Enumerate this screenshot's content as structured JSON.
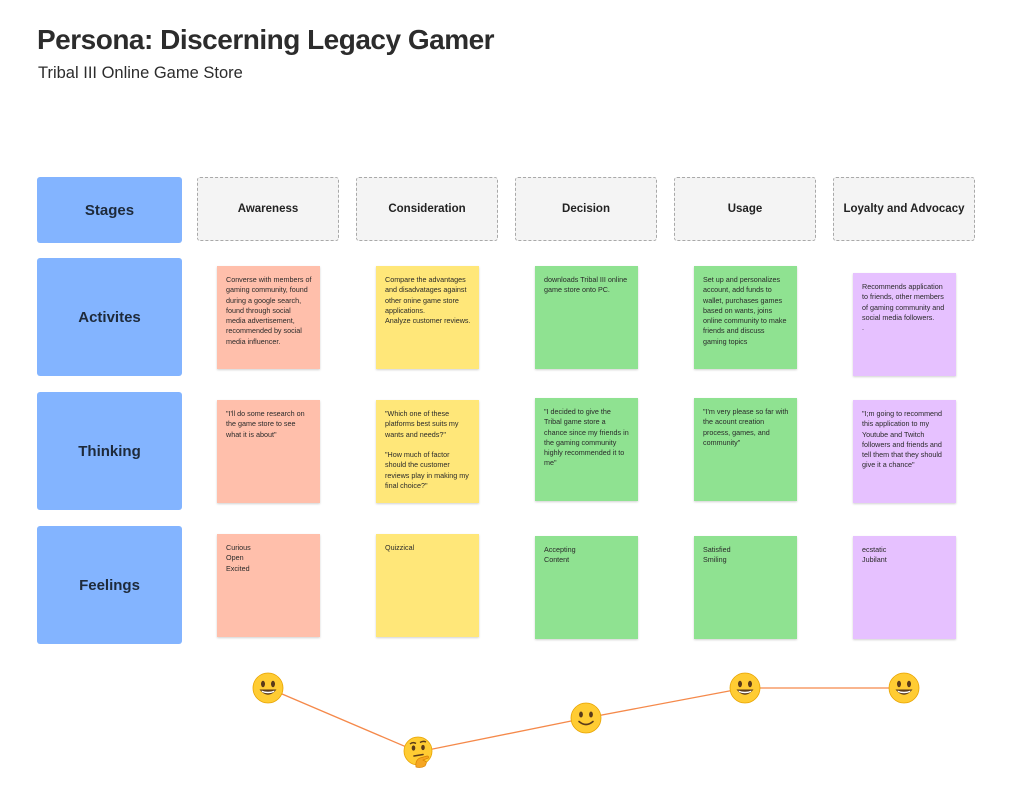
{
  "title": "Persona:  Discerning Legacy Gamer",
  "subtitle": "Tribal III Online Game Store",
  "rows": {
    "stages": "Stages",
    "activities": "Activites",
    "thinking": "Thinking",
    "feelings": "Feelings"
  },
  "stages": [
    "Awareness",
    "Consideration",
    "Decision",
    "Usage",
    "Loyalty and Advocacy"
  ],
  "activities": [
    "Converse with members of gaming community, found during a google search, found through social media advertisement, recommended by social media influencer.",
    "Compare the advantages and disadvatages against other onine game store applications.\nAnalyze customer reviews.",
    "downloads Tribal III online game store onto PC.",
    "Set up and personalizes account, add funds to wallet, purchases games based on wants, joins online community to make friends and discuss gaming topics",
    "Recommends application to friends, other members of gaming community and social media followers.\n."
  ],
  "thinking": [
    "\"I'll do some research on the game store to see what it is about\"",
    "\"Which one of these platforms best suits my wants and needs?\"\n\n\"How much of factor should the customer reviews play in making my final choice?\"",
    "\"I decided to give the Tribal game store a chance since my friends in the gaming community highly recommended it to me\"",
    "\"I'm very please so far with the acount creation process, games, and community\"",
    "\"I;m going to recommend this application to my Youtube and Twitch followers and friends and tell them that they should give it a chance\""
  ],
  "feelings": [
    "Curious\nOpen\nExcited",
    "Quizzical",
    "Accepting\nContent",
    "Satisfied\nSmiling",
    "ecstatic\nJubilant"
  ],
  "emotion_journey": [
    {
      "stage": "Awareness",
      "icon": "grinning-face-icon"
    },
    {
      "stage": "Consideration",
      "icon": "thinking-face-icon"
    },
    {
      "stage": "Decision",
      "icon": "slightly-smiling-face-icon"
    },
    {
      "stage": "Usage",
      "icon": "grinning-face-icon"
    },
    {
      "stage": "Loyalty and Advocacy",
      "icon": "grinning-face-icon"
    }
  ],
  "colors": {
    "row_header": "#83b4ff",
    "awareness": "#ffbfab",
    "consideration": "#ffe779",
    "decision": "#8fe291",
    "usage": "#8fe291",
    "loyalty": "#e6c1ff",
    "journey_line": "#f5894a"
  }
}
